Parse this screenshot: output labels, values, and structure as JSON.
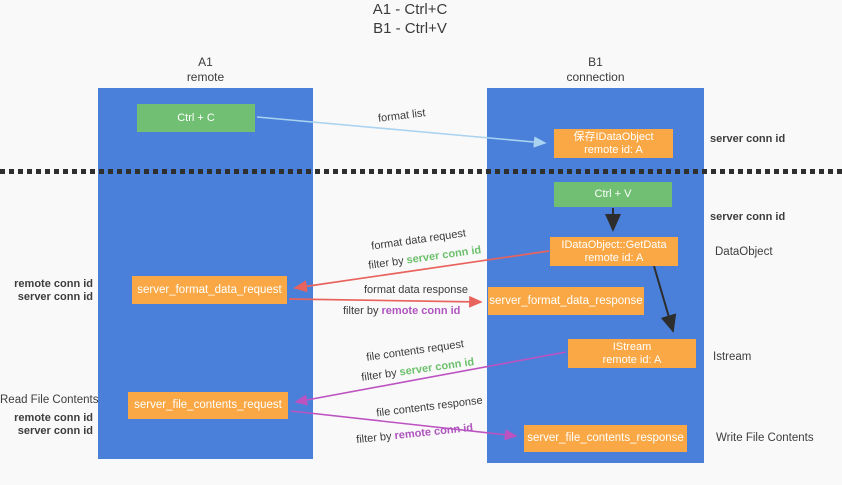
{
  "title": {
    "line1": "A1 - Ctrl+C",
    "line2": "B1 - Ctrl+V"
  },
  "lanes": {
    "a": {
      "name": "A1",
      "subtitle": "remote"
    },
    "b": {
      "name": "B1",
      "subtitle": "connection"
    }
  },
  "nodes": {
    "ctrl_c": {
      "label": "Ctrl + C"
    },
    "ctrl_v": {
      "label": "Ctrl + V"
    },
    "save_idataobject": {
      "line1": "保存IDataObject",
      "line2": "remote id: A"
    },
    "idataobject_getdata": {
      "line1": "IDataObject::GetData",
      "line2": "remote id: A"
    },
    "istream": {
      "line1": "IStream",
      "line2": "remote id: A"
    },
    "server_format_data_request": {
      "label": "server_format_data_request"
    },
    "server_format_data_response": {
      "label": "server_format_data_response"
    },
    "server_file_contents_request": {
      "label": "server_file_contents_request"
    },
    "server_file_contents_response": {
      "label": "server_file_contents_response"
    }
  },
  "edge_labels": {
    "format_list": "format list",
    "format_data_request": "format data request",
    "format_data_response": "format data response",
    "file_contents_request": "file contents request",
    "file_contents_response": "file contents response",
    "filter_by": "filter by",
    "server_conn_id": "server conn id",
    "remote_conn_id": "remote conn id"
  },
  "side_labels": {
    "right_top_server_conn_id": "server conn id",
    "right_mid_server_conn_id": "server conn id",
    "dataobject": "DataObject",
    "istream": "Istream",
    "write_file_contents": "Write File Contents",
    "left_remote_conn_id_top": "remote conn id",
    "left_server_conn_id_top": "server conn id",
    "read_file_contents": "Read File Contents",
    "left_remote_conn_id_bottom": "remote conn id",
    "left_server_conn_id_bottom": "server conn id"
  },
  "colors": {
    "lane_blue": "#4a80d9",
    "node_orange": "#f9a845",
    "node_green": "#71bf73",
    "arrow_red": "#e8635c",
    "arrow_magenta": "#bd53c1",
    "arrow_lightblue": "#a9d3f0",
    "arrow_black": "#2d2d2d",
    "text_green": "#6cc06c",
    "text_purple": "#b054c0",
    "text_dark": "#3d3d3d"
  }
}
